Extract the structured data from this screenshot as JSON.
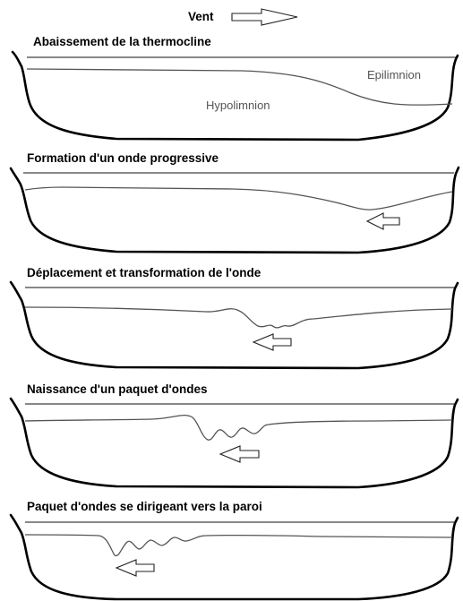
{
  "wind": {
    "label": "Vent",
    "arrow_icon": "right-arrow-icon"
  },
  "panels": [
    {
      "title": "Abaissement de la thermocline",
      "labels": {
        "epilimnion": "Epilimnion",
        "hypolimnion": "Hypolimnion"
      }
    },
    {
      "title": "Formation d'un onde progressive",
      "arrow_icon": "left-arrow-icon"
    },
    {
      "title": "Déplacement et transformation de l'onde",
      "arrow_icon": "left-arrow-icon"
    },
    {
      "title": "Naissance d'un paquet d'ondes",
      "arrow_icon": "left-arrow-icon"
    },
    {
      "title": "Paquet d'ondes se dirigeant vers la paroi",
      "arrow_icon": "left-arrow-icon"
    }
  ],
  "colors": {
    "outline": "#000000",
    "thermocline": "#555555",
    "label": "#555555"
  }
}
